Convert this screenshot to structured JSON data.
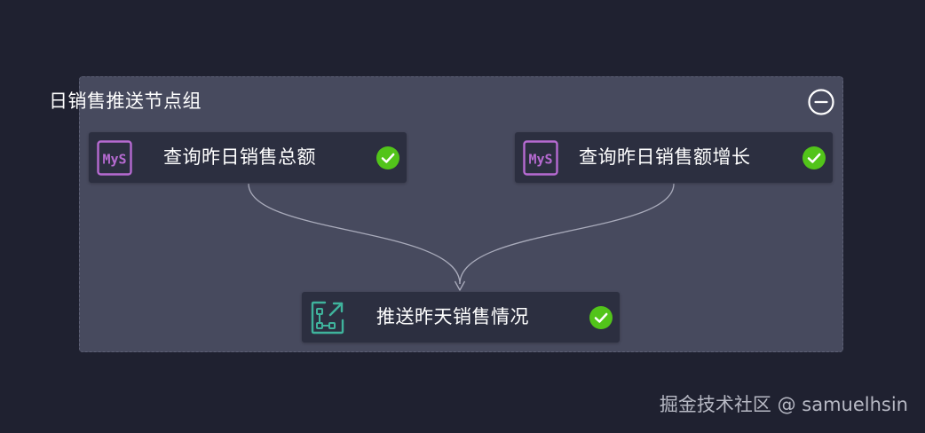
{
  "group": {
    "title": "日销售推送节点组",
    "collapse_icon": "minus-circle-icon"
  },
  "nodes": [
    {
      "id": "n1",
      "label": "查询昨日销售总额",
      "icon": "mysql-icon",
      "icon_text": "MyS",
      "icon_color": "#b66ad1",
      "status": "success",
      "status_icon": "check-circle-icon"
    },
    {
      "id": "n2",
      "label": "查询昨日销售额增长",
      "icon": "mysql-icon",
      "icon_text": "MyS",
      "icon_color": "#b66ad1",
      "status": "success",
      "status_icon": "check-circle-icon"
    },
    {
      "id": "n3",
      "label": "推送昨天销售情况",
      "icon": "push-flow-icon",
      "icon_color": "#3fb39c",
      "status": "success",
      "status_icon": "check-circle-icon"
    }
  ],
  "edges": [
    {
      "from": "n1",
      "to": "n3"
    },
    {
      "from": "n2",
      "to": "n3"
    }
  ],
  "colors": {
    "background": "#1f2130",
    "group_fill": "#474a5e",
    "node_fill": "#2c2f40",
    "edge": "#a9abbb",
    "success": "#52c41a"
  },
  "watermark": "掘金技术社区 @ samuelhsin"
}
